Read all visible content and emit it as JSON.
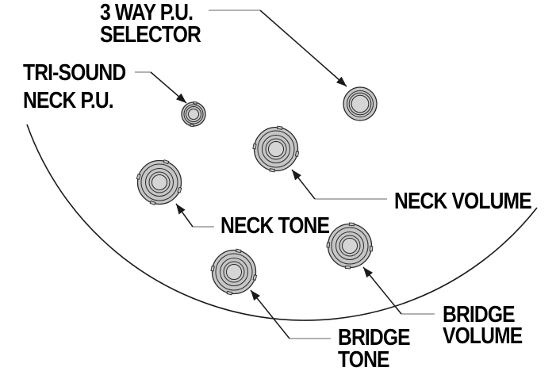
{
  "colors": {
    "background": "#ffffff",
    "text": "#000000",
    "outline": "#2b2b2b",
    "knob_fill": "#c6c6c6",
    "knob_center": "#d5d5d5",
    "leader": "#999999",
    "arrow": "#1a1a1a"
  },
  "callouts": [
    {
      "target": "3-way-pickup-selector",
      "lines": [
        "3 WAY P.U.",
        "SELECTOR"
      ]
    },
    {
      "target": "tri-sound-neck-pickup",
      "lines": [
        "TRI-SOUND",
        "NECK P.U."
      ]
    },
    {
      "target": "neck-volume-knob",
      "lines": [
        "NECK VOLUME"
      ]
    },
    {
      "target": "neck-tone-knob",
      "lines": [
        "NECK TONE"
      ]
    },
    {
      "target": "bridge-tone-knob",
      "lines": [
        "BRIDGE",
        "TONE"
      ]
    },
    {
      "target": "bridge-volume-knob",
      "lines": [
        "BRIDGE",
        "VOLUME"
      ]
    }
  ]
}
